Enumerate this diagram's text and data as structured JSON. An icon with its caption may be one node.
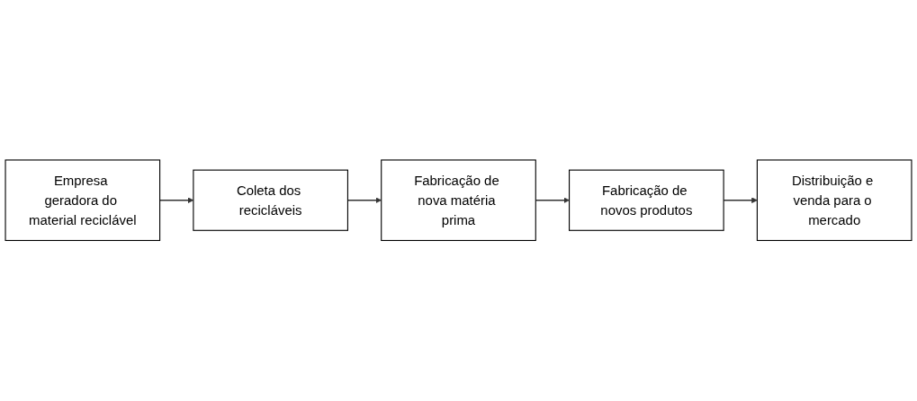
{
  "diagram": {
    "nodes": [
      {
        "text": [
          "Empresa geradora do material reciclável"
        ]
      },
      {
        "text": [
          "Coleta dos recicláveis"
        ]
      },
      {
        "text": [
          "Fabricação de nova matéria prima"
        ]
      },
      {
        "text": [
          "Fabricação de novos produtos"
        ]
      },
      {
        "text": [
          "Distribuição e venda para o mercado"
        ]
      }
    ],
    "edges": [
      {
        "from": 0,
        "to": 1,
        "arrow": "to"
      },
      {
        "from": 1,
        "to": 2,
        "arrow": "to"
      },
      {
        "from": 2,
        "to": 3,
        "arrow": "to"
      },
      {
        "from": 3,
        "to": 4,
        "arrow": "to"
      }
    ]
  }
}
